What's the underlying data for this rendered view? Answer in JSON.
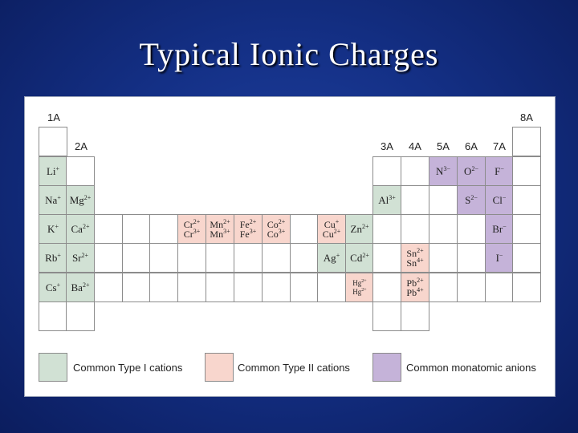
{
  "slide": {
    "title": "Typical Ionic Charges"
  },
  "group_labels": {
    "g1": "1A",
    "g2": "2A",
    "g13": "3A",
    "g14": "4A",
    "g15": "5A",
    "g16": "6A",
    "g17": "7A",
    "g18": "8A"
  },
  "ions": {
    "li": [
      {
        "s": "Li",
        "c": "+"
      }
    ],
    "na": [
      {
        "s": "Na",
        "c": "+"
      }
    ],
    "mg": [
      {
        "s": "Mg",
        "c": "2+"
      }
    ],
    "k": [
      {
        "s": "K",
        "c": "+"
      }
    ],
    "ca": [
      {
        "s": "Ca",
        "c": "2+"
      }
    ],
    "cr": [
      {
        "s": "Cr",
        "c": "2+"
      },
      {
        "s": "Cr",
        "c": "3+"
      }
    ],
    "mn": [
      {
        "s": "Mn",
        "c": "2+"
      },
      {
        "s": "Mn",
        "c": "3+"
      }
    ],
    "fe": [
      {
        "s": "Fe",
        "c": "2+"
      },
      {
        "s": "Fe",
        "c": "3+"
      }
    ],
    "co": [
      {
        "s": "Co",
        "c": "2+"
      },
      {
        "s": "Co",
        "c": "3+"
      }
    ],
    "cu": [
      {
        "s": "Cu",
        "c": "+"
      },
      {
        "s": "Cu",
        "c": "2+"
      }
    ],
    "zn": [
      {
        "s": "Zn",
        "c": "2+"
      }
    ],
    "rb": [
      {
        "s": "Rb",
        "c": "+"
      }
    ],
    "sr": [
      {
        "s": "Sr",
        "c": "2+"
      }
    ],
    "ag": [
      {
        "s": "Ag",
        "c": "+"
      }
    ],
    "cd": [
      {
        "s": "Cd",
        "c": "2+"
      }
    ],
    "sn": [
      {
        "s": "Sn",
        "c": "2+"
      },
      {
        "s": "Sn",
        "c": "4+"
      }
    ],
    "cs": [
      {
        "s": "Cs",
        "c": "+"
      }
    ],
    "ba": [
      {
        "s": "Ba",
        "c": "2+"
      }
    ],
    "hg": [
      {
        "s": "Hg",
        "c": "2+"
      },
      {
        "s": "Hg",
        "c": "2+"
      }
    ],
    "pb": [
      {
        "s": "Pb",
        "c": "2+"
      },
      {
        "s": "Pb",
        "c": "4+"
      }
    ],
    "al": [
      {
        "s": "Al",
        "c": "3+"
      }
    ],
    "n": [
      {
        "s": "N",
        "c": "3−"
      }
    ],
    "o": [
      {
        "s": "O",
        "c": "2−"
      }
    ],
    "f": [
      {
        "s": "F",
        "c": "−"
      }
    ],
    "s": [
      {
        "s": "S",
        "c": "2−"
      }
    ],
    "cl": [
      {
        "s": "Cl",
        "c": "−"
      }
    ],
    "br": [
      {
        "s": "Br",
        "c": "−"
      }
    ],
    "i": [
      {
        "s": "I",
        "c": "−"
      }
    ]
  },
  "legend": {
    "type1": "Common Type I cations",
    "type2": "Common Type II cations",
    "anions": "Common monatomic anions"
  },
  "colors": {
    "type1": "#d1e1d4",
    "type2": "#f8d6cd",
    "anions": "#c5b3d9"
  }
}
